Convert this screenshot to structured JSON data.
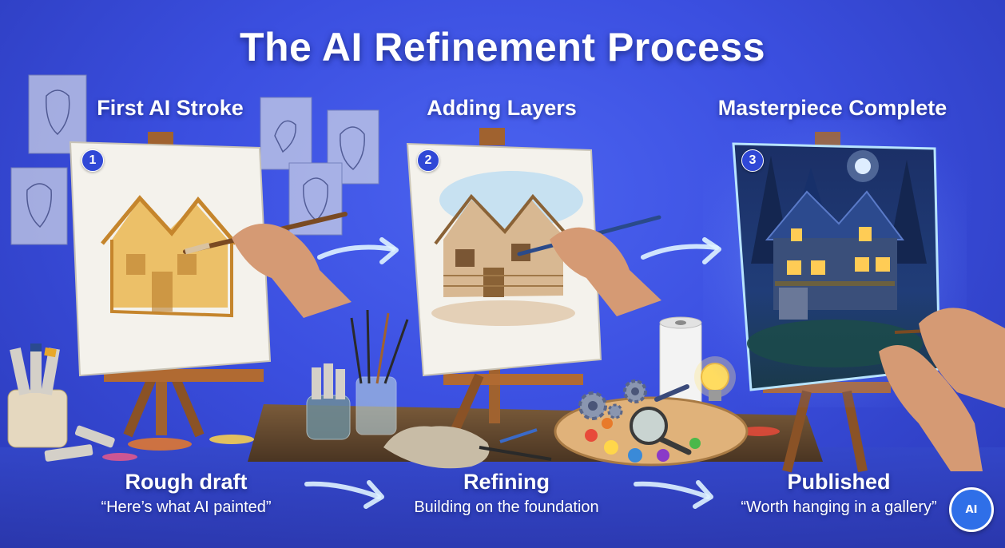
{
  "title": "The AI Refinement Process",
  "steps": [
    {
      "number": "1",
      "heading": "First AI Stroke",
      "caption_title": "Rough draft",
      "caption_sub": "“Here’s what AI painted”"
    },
    {
      "number": "2",
      "heading": "Adding Layers",
      "caption_title": "Refining",
      "caption_sub": "Building on the foundation"
    },
    {
      "number": "3",
      "heading": "Masterpiece Complete",
      "caption_title": "Published",
      "caption_sub": "“Worth hanging in a gallery”"
    }
  ],
  "logo": {
    "text": "AI",
    "icon": "ai-chip-logo-icon"
  },
  "colors": {
    "background": "#3b4fe0",
    "badge": "#3048d6",
    "sketch_gold": "#e8a82a",
    "night_blue": "#1f3a7a",
    "arrow": "#dff3ff"
  }
}
